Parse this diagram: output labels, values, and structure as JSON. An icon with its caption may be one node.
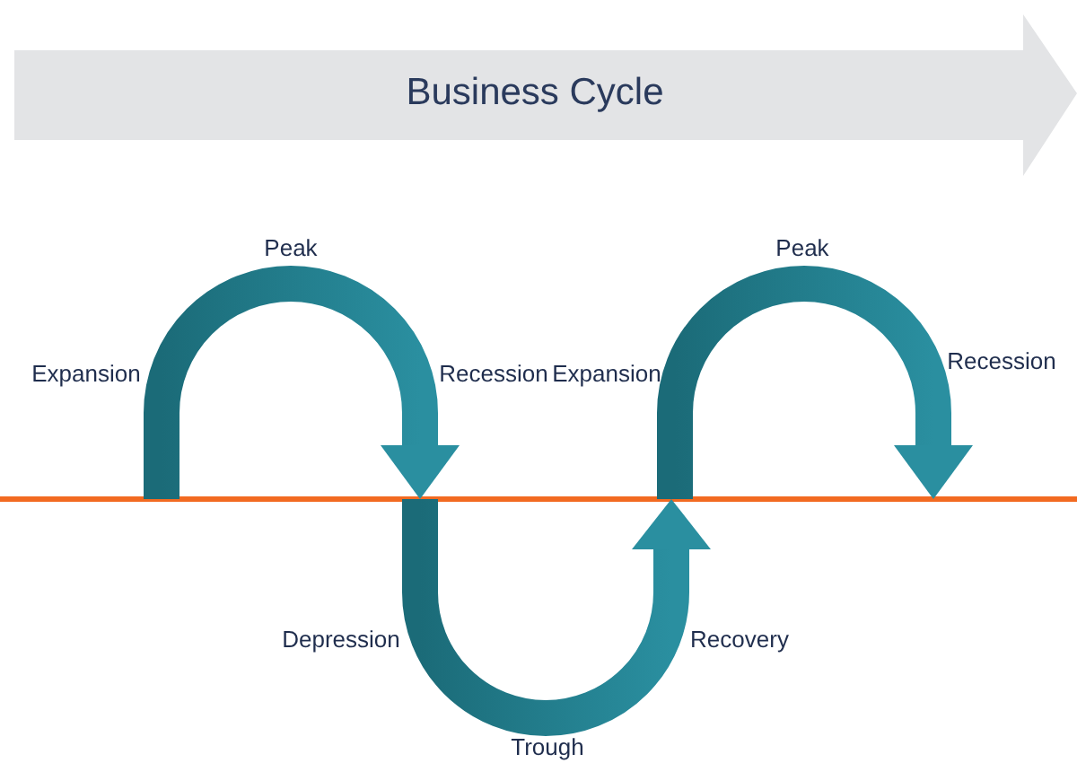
{
  "diagram": {
    "title": "Business Cycle",
    "labels": [
      "Peak",
      "Peak",
      "Recession",
      "Expansion",
      "Recession",
      "Expansion",
      "Depression",
      "Recovery",
      "Trough"
    ]
  }
}
